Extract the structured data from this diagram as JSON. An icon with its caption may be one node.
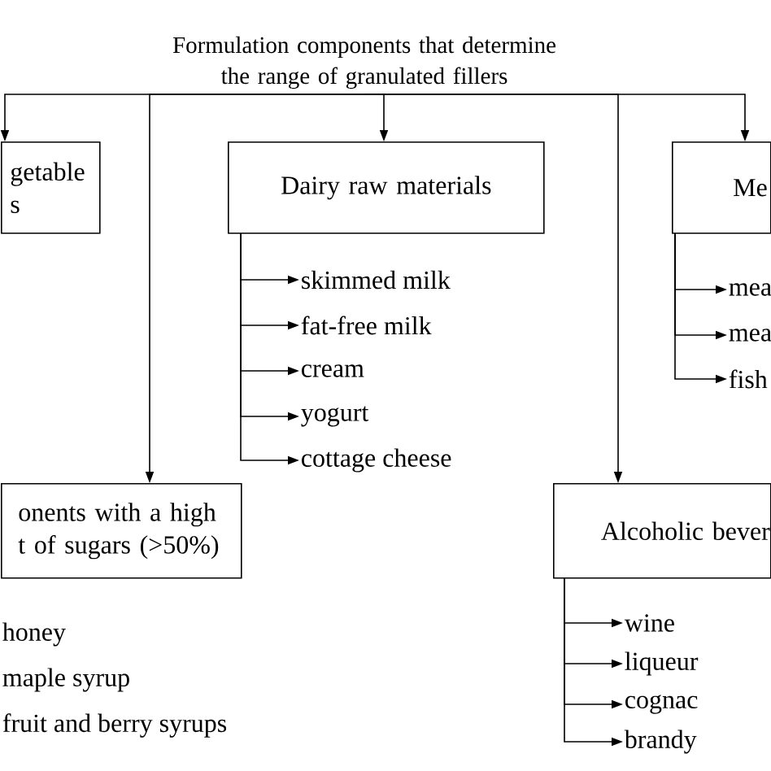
{
  "diagram": {
    "nodes": [
      {
        "text": [
          "Formulation components that determine the range of granulated fillers"
        ]
      },
      {
        "text": [
          "getable s"
        ]
      },
      {
        "text": [
          "Dairy raw materials"
        ]
      },
      {
        "text": [
          "Me"
        ]
      },
      {
        "text": [
          "skimmed milk"
        ]
      },
      {
        "text": [
          "fat-free milk"
        ]
      },
      {
        "text": [
          "cream"
        ]
      },
      {
        "text": [
          "yogurt"
        ]
      },
      {
        "text": [
          "cottage cheese"
        ]
      },
      {
        "text": [
          "mea"
        ]
      },
      {
        "text": [
          "mea"
        ]
      },
      {
        "text": [
          "fish"
        ]
      },
      {
        "text": [
          "onents with a high t of sugars (>50%)"
        ]
      },
      {
        "text": [
          "Alcoholic bever"
        ]
      },
      {
        "text": [
          "honey"
        ]
      },
      {
        "text": [
          "maple syrup"
        ]
      },
      {
        "text": [
          "fruit and berry syrups"
        ]
      },
      {
        "text": [
          "wine"
        ]
      },
      {
        "text": [
          "liqueur"
        ]
      },
      {
        "text": [
          "cognac"
        ]
      },
      {
        "text": [
          "brandy"
        ]
      }
    ],
    "edges": [
      {
        "from": 0,
        "to": 1,
        "arrow": "to"
      },
      {
        "from": 0,
        "to": 2,
        "arrow": "to"
      },
      {
        "from": 0,
        "to": 3,
        "arrow": "to"
      },
      {
        "from": 0,
        "to": 12,
        "arrow": "to"
      },
      {
        "from": 0,
        "to": 13,
        "arrow": "to"
      },
      {
        "from": 2,
        "to": 4,
        "arrow": "to"
      },
      {
        "from": 2,
        "to": 5,
        "arrow": "to"
      },
      {
        "from": 2,
        "to": 6,
        "arrow": "to"
      },
      {
        "from": 2,
        "to": 7,
        "arrow": "to"
      },
      {
        "from": 2,
        "to": 8,
        "arrow": "to"
      },
      {
        "from": 3,
        "to": 9,
        "arrow": "to"
      },
      {
        "from": 3,
        "to": 10,
        "arrow": "to"
      },
      {
        "from": 3,
        "to": 11,
        "arrow": "to"
      },
      {
        "from": 13,
        "to": 17,
        "arrow": "to"
      },
      {
        "from": 13,
        "to": 18,
        "arrow": "to"
      },
      {
        "from": 13,
        "to": 19,
        "arrow": "to"
      },
      {
        "from": 13,
        "to": 20,
        "arrow": "to"
      }
    ]
  }
}
